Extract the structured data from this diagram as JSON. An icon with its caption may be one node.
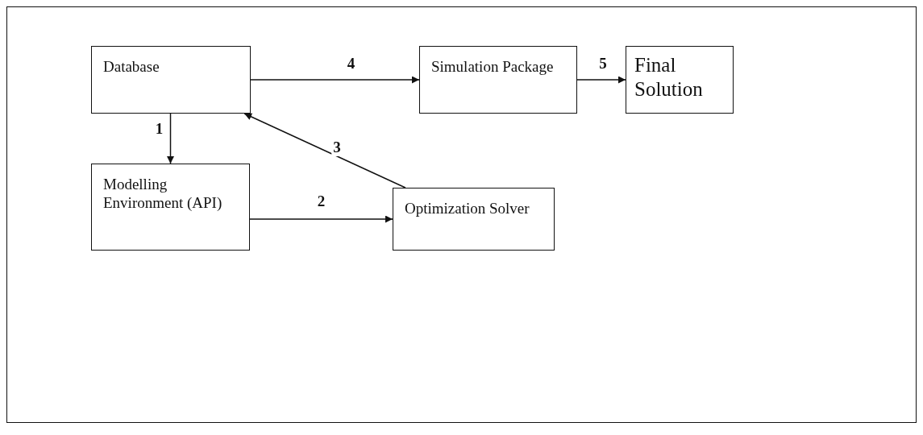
{
  "diagram": {
    "nodes": [
      {
        "text": [
          "Database"
        ]
      },
      {
        "text": [
          "Simulation Package"
        ]
      },
      {
        "text": [
          "Final Solution"
        ]
      },
      {
        "text": [
          "Modelling Environment (API)"
        ]
      },
      {
        "text": [
          "Optimization Solver"
        ]
      }
    ],
    "edges": [
      {
        "from": 0,
        "to": 3,
        "arrow": "to",
        "label": "1"
      },
      {
        "from": 3,
        "to": 4,
        "arrow": "to",
        "label": "2"
      },
      {
        "from": 4,
        "to": 0,
        "arrow": "to",
        "label": "3"
      },
      {
        "from": 0,
        "to": 1,
        "arrow": "to",
        "label": "4"
      },
      {
        "from": 1,
        "to": 2,
        "arrow": "to",
        "label": "5"
      }
    ]
  }
}
